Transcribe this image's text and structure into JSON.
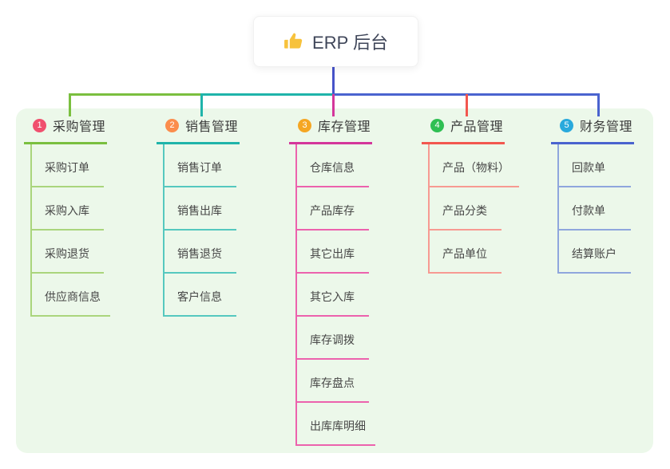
{
  "root": {
    "icon": "thumbs-up",
    "icon_color": "#f7c23c",
    "title": "ERP 后台",
    "connector_color": "#4753c9"
  },
  "colors": {
    "panel_background": "#ecf8ea",
    "root_card_background": "#ffffff",
    "header_text": "#3b3b3b",
    "child_text": "#474747"
  },
  "branches": [
    {
      "index": "1",
      "label": "采购管理",
      "badge_color": "#f0506e",
      "line_color": "#7abf3f",
      "child_line_color": "#aad57c",
      "children": [
        "采购订单",
        "采购入库",
        "采购退货",
        "供应商信息"
      ]
    },
    {
      "index": "2",
      "label": "销售管理",
      "badge_color": "#fb8d4c",
      "line_color": "#1fb4aa",
      "child_line_color": "#55c8bf",
      "children": [
        "销售订单",
        "销售出库",
        "销售退货",
        "客户信息"
      ]
    },
    {
      "index": "3",
      "label": "库存管理",
      "badge_color": "#f5a623",
      "line_color": "#d4369b",
      "child_line_color": "#ec62ad",
      "children": [
        "仓库信息",
        "产品库存",
        "其它出库",
        "其它入库",
        "库存调拨",
        "库存盘点",
        "出库库明细"
      ]
    },
    {
      "index": "4",
      "label": "产品管理",
      "badge_color": "#2fbf53",
      "line_color": "#f2574f",
      "child_line_color": "#f79a92",
      "children": [
        "产品（物料）",
        "产品分类",
        "产品单位"
      ]
    },
    {
      "index": "5",
      "label": "财务管理",
      "badge_color": "#28a9dc",
      "line_color": "#4a63cf",
      "child_line_color": "#8fa6dd",
      "children": [
        "回款单",
        "付款单",
        "结算账户"
      ]
    }
  ]
}
